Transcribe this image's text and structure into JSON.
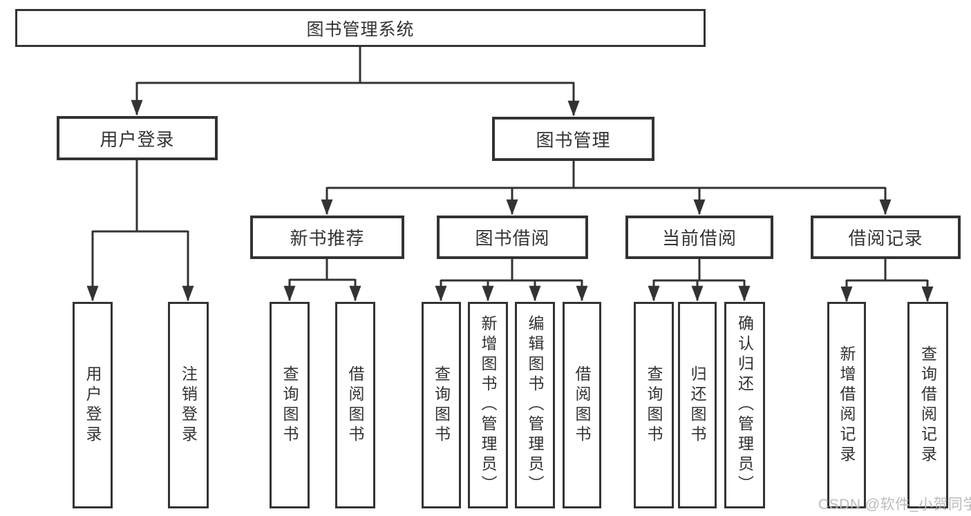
{
  "diagram": {
    "root_label": "图书管理系统",
    "branches": [
      {
        "label": "用户登录",
        "leaves": [
          "用户登录",
          "注销登录"
        ]
      },
      {
        "label": "图书管理",
        "children": [
          {
            "label": "新书推荐",
            "leaves": [
              "查询图书",
              "借阅图书"
            ]
          },
          {
            "label": "图书借阅",
            "leaves": [
              "查询图书",
              "新增图书（管理员）",
              "编辑图书（管理员）",
              "借阅图书"
            ]
          },
          {
            "label": "当前借阅",
            "leaves": [
              "查询图书",
              "归还图书",
              "确认归还（管理员）"
            ]
          },
          {
            "label": "借阅记录",
            "leaves": [
              "新增借阅记录",
              "查询借阅记录"
            ]
          }
        ]
      }
    ]
  },
  "watermark": "CSDN @软件_小贺同学",
  "colors": {
    "line": "#333333",
    "text": "#333333",
    "watermark": "#b8b8b8",
    "background": "#ffffff"
  }
}
